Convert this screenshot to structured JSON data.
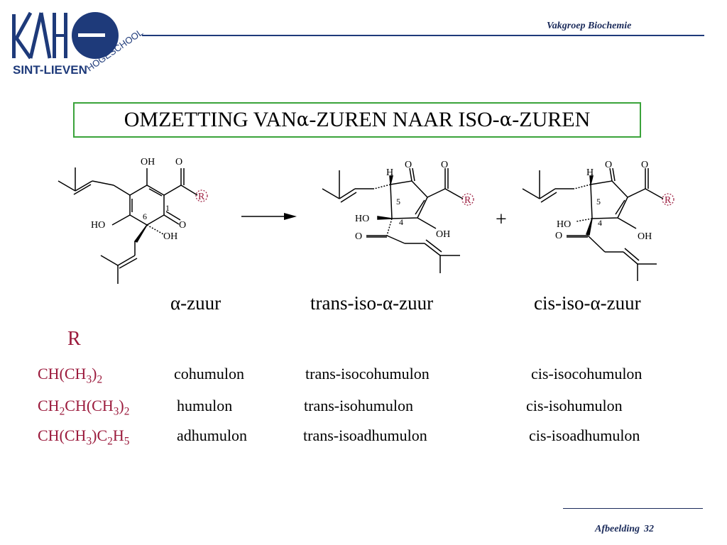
{
  "header": {
    "logo": {
      "main": "KAHO",
      "school": "SINT-LIEVEN",
      "suffix": "HOGESCHOOL"
    },
    "department": "Vakgroep Biochemie"
  },
  "title": {
    "pre": "OMZETTING VAN ",
    "alpha1": "α",
    "mid": "-ZUREN NAAR ISO-",
    "alpha2": "α",
    "post": "-ZUREN"
  },
  "structures": {
    "alpha": {
      "OH_top": "OH",
      "O_top": "O",
      "R": "R",
      "num1": "1",
      "num6": "6",
      "HO": "HO",
      "O_right": "O",
      "OH_bottom": "OH"
    },
    "trans": {
      "H": "H",
      "O1": "O",
      "O2": "O",
      "R": "R",
      "num5": "5",
      "num4": "4",
      "HO": "HO",
      "OH": "OH",
      "O": "O"
    },
    "cis": {
      "H": "H",
      "O1": "O",
      "O2": "O",
      "R": "R",
      "num5": "5",
      "num4": "4",
      "HO": "HO",
      "OH": "OH",
      "O": "O"
    },
    "plus": "+"
  },
  "labels": {
    "alpha": "α-zuur",
    "trans": "trans-iso-α-zuur",
    "cis": "cis-iso-α-zuur"
  },
  "r_header": "R",
  "rows": [
    {
      "r": "CH(CH3)2",
      "name": "cohumulon",
      "trans": "trans-isocohumulon",
      "cis": "cis-isocohumulon"
    },
    {
      "r": "CH2CH(CH3)2",
      "name": "humulon",
      "trans": "trans-isohumulon",
      "cis": "cis-isohumulon"
    },
    {
      "r": "CH(CH3)C2H5",
      "name": "adhumulon",
      "trans": "trans-isoadhumulon",
      "cis": "cis-isoadhumulon"
    }
  ],
  "footer": {
    "label": "Afbeelding",
    "number": "32"
  },
  "colors": {
    "accent_green": "#3aa33a",
    "r_red": "#9b1a3c",
    "navy": "#1e3a7a"
  }
}
